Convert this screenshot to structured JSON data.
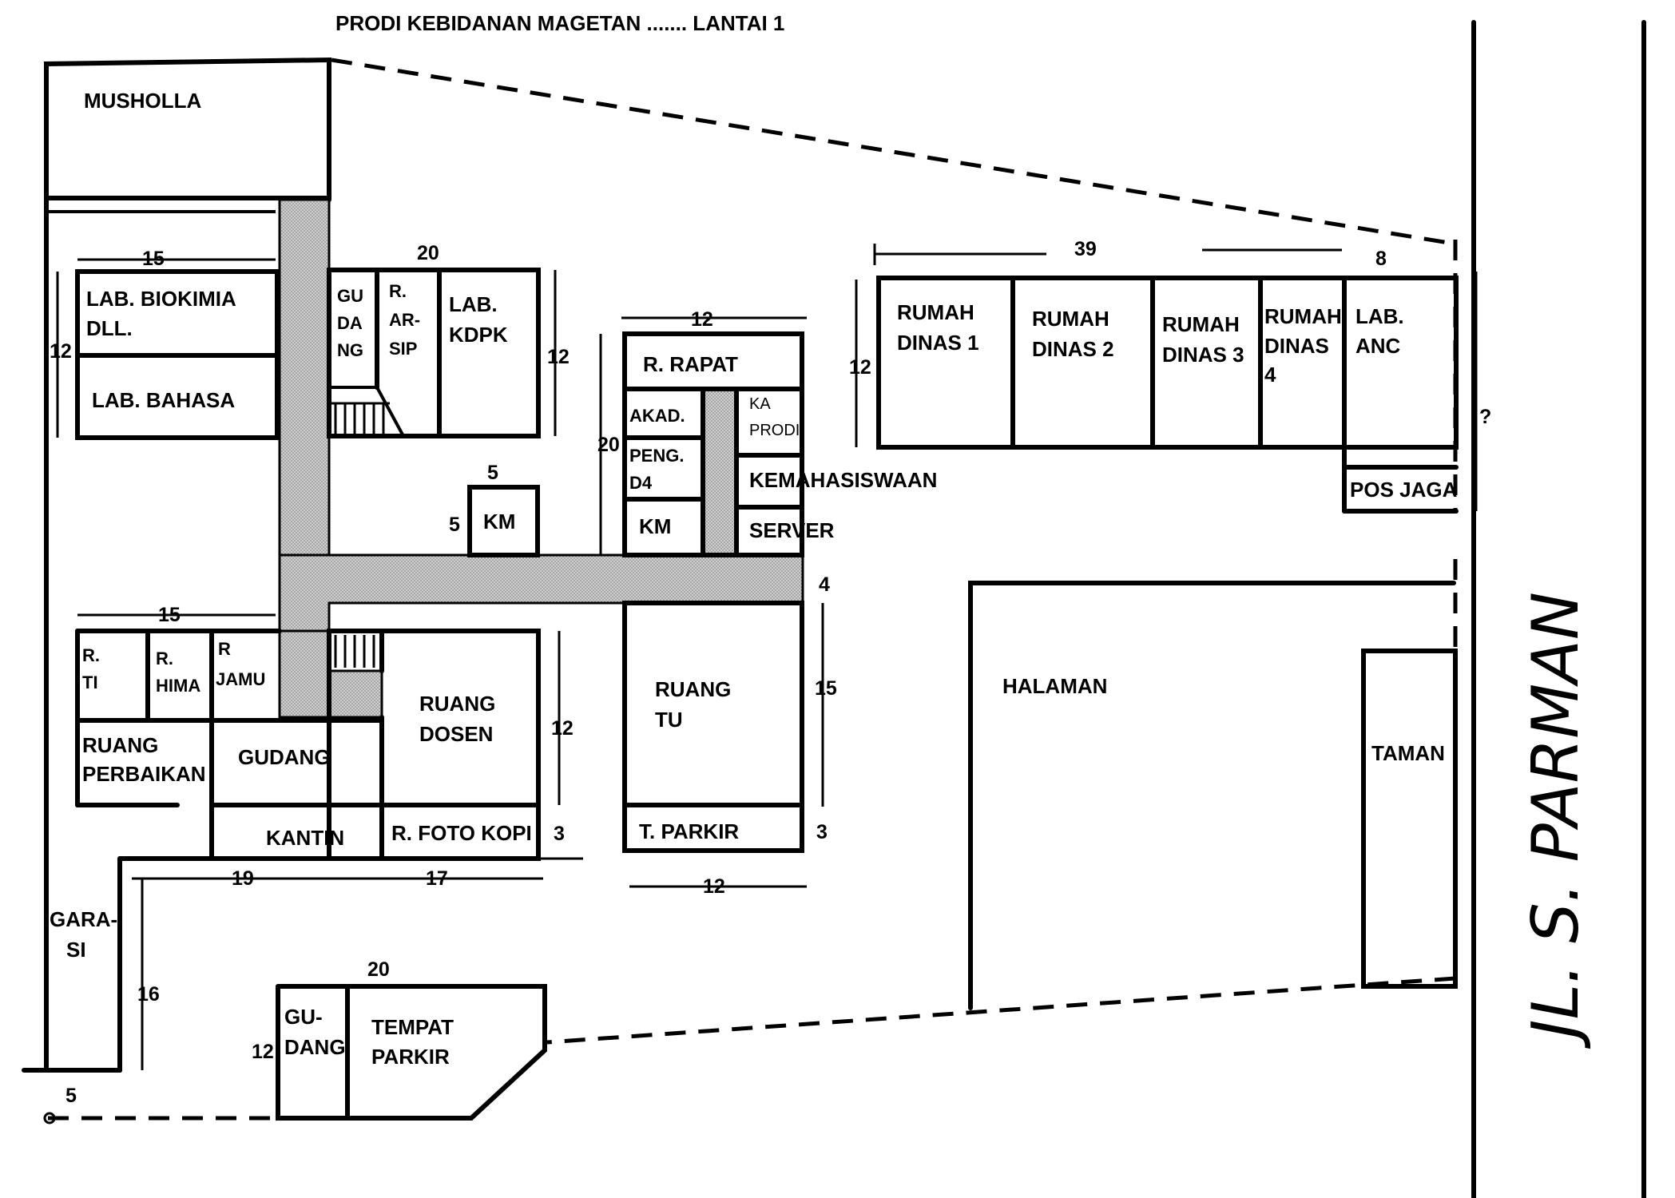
{
  "title": "PRODI KEBIDANAN MAGETAN ....... LANTAI 1",
  "street": "JL. S. PARMAN",
  "rooms": {
    "musholla": "MUSHOLLA",
    "lab_biokimia": [
      "LAB. BIOKIMIA",
      "DLL."
    ],
    "lab_bahasa": "LAB. BAHASA",
    "gudang_top": [
      "GU",
      "DA",
      "NG"
    ],
    "arsip": [
      "R.",
      "AR-",
      "SIP"
    ],
    "lab_kdpk": [
      "LAB.",
      "KDPK"
    ],
    "rapat": "R. RAPAT",
    "akad": "AKAD.",
    "peng_d4": [
      "PENG.",
      "D4"
    ],
    "km_center": "KM",
    "ka_prodi": [
      "KA",
      "PRODI"
    ],
    "kemahasiswaan": "KEMAHASISWAAN",
    "server": "SERVER",
    "km": "KM",
    "rumah_dinas_1": [
      "RUMAH",
      "DINAS 1"
    ],
    "rumah_dinas_2": [
      "RUMAH",
      "DINAS 2"
    ],
    "rumah_dinas_3": [
      "RUMAH",
      "DINAS 3"
    ],
    "rumah_dinas_4": [
      "RUMAH",
      "DINAS",
      "4"
    ],
    "lab_anc": [
      "LAB.",
      "ANC"
    ],
    "pos_jaga": "POS JAGA",
    "r_ti": [
      "R.",
      "TI"
    ],
    "r_hima": [
      "R.",
      "HIMA"
    ],
    "r_jamu": [
      "R",
      "JAMU"
    ],
    "ruang_perbaikan": [
      "RUANG",
      "PERBAIKAN"
    ],
    "gudang_mid": "GUDANG",
    "ruang_dosen": [
      "RUANG",
      "DOSEN"
    ],
    "kantin": "KANTIN",
    "foto_kopi": "R. FOTO KOPI",
    "ruang_tu": [
      "RUANG",
      "TU"
    ],
    "t_parkir": "T. PARKIR",
    "halaman": "HALAMAN",
    "taman": "TAMAN",
    "garasi": [
      "GARA-",
      "SI"
    ],
    "gudang_bottom": [
      "GU-",
      "DANG"
    ],
    "tempat_parkir": [
      "TEMPAT",
      "PARKIR"
    ]
  },
  "dimensions": {
    "lab_width": "15",
    "lab_height": "12",
    "block_width": "20",
    "block_height": "12",
    "km_width": "5",
    "km_height": "5",
    "center_width": "12",
    "center_height": "20",
    "dinas_width": "39",
    "anc_width": "8",
    "dinas_height": "12",
    "unknown": "?",
    "corridor": "4",
    "mid_left_width": "15",
    "tu_height": "15",
    "dosen_height": "12",
    "kantin_depth": "3",
    "parkir_depth": "3",
    "bottom_19": "19",
    "bottom_17": "17",
    "tu_width": "12",
    "garasi_height": "16",
    "garasi_width": "5",
    "parkir_width": "20",
    "parkir_height": "12"
  }
}
